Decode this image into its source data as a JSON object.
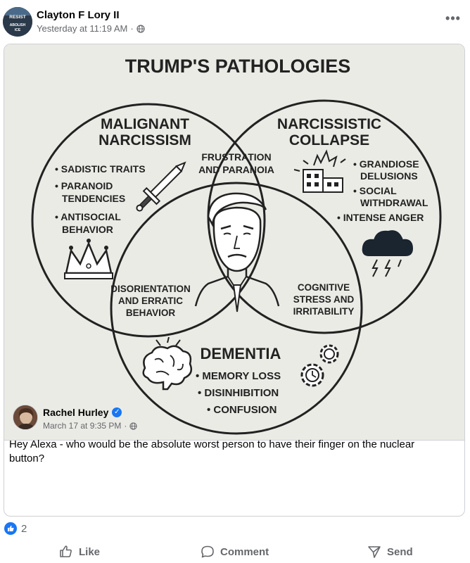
{
  "post": {
    "author": "Clayton F Lory II",
    "timestamp": "Yesterday at 11:19 AM",
    "audience_icon": "globe-icon",
    "avatar_badge": [
      "RESIST",
      "ABOLISH",
      "ICE"
    ],
    "more_label": "•••"
  },
  "infographic": {
    "title": "TRUMP'S PATHOLOGIES",
    "circle_left": {
      "heading_line1": "MALIGNANT",
      "heading_line2": "NARCISSISM",
      "items": [
        "• SADISTIC TRAITS",
        "• PARANOID",
        "TENDENCIES",
        "• ANTISOCIAL",
        "BEHAVIOR"
      ],
      "icons": [
        "dagger-icon",
        "crown-icon"
      ]
    },
    "circle_right": {
      "heading_line1": "NARCISSISTIC",
      "heading_line2": "COLLAPSE",
      "items": [
        "• GRANDIOSE",
        "DELUSIONS",
        "• SOCIAL",
        "WITHDRAWAL",
        "• INTENSE ANGER"
      ],
      "icons": [
        "collapsing-building-icon",
        "storm-cloud-icon"
      ]
    },
    "circle_bottom": {
      "heading": "DEMENTIA",
      "items": [
        "• MEMORY LOSS",
        "• DISINHIBITION",
        "• CONFUSION"
      ],
      "icons": [
        "brain-icon",
        "gears-icon"
      ]
    },
    "overlap_top": [
      "FRUSTRATION",
      "AND PARANOIA"
    ],
    "overlap_left": [
      "DISORIENTATION",
      "AND ERRATIC",
      "BEHAVIOR"
    ],
    "overlap_right": [
      "COGNITIVE",
      "STRESS AND",
      "IRRITABILITY"
    ],
    "center_icon": "portrait-illustration"
  },
  "shared_post": {
    "author": "Rachel Hurley",
    "verified": true,
    "timestamp": "March 17 at 9:35 PM",
    "audience_icon": "globe-icon",
    "text": "Hey Alexa - who would be the absolute worst person to have their finger on the nuclear button?"
  },
  "reactions": {
    "icon": "like-icon",
    "count": "2"
  },
  "actions": {
    "like": "Like",
    "comment": "Comment",
    "send": "Send"
  }
}
